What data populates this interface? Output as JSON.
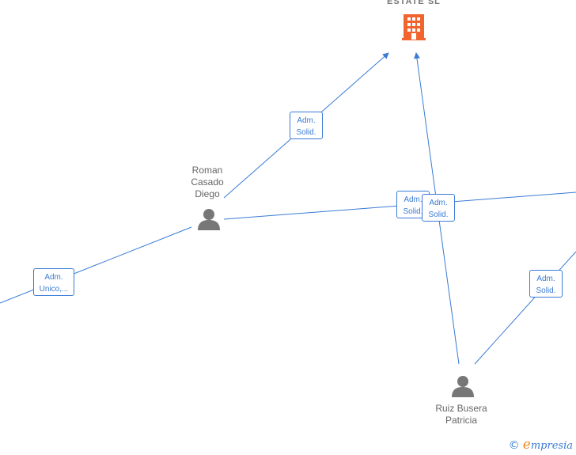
{
  "company": {
    "name": "ESTATE  SL",
    "icon": "building-icon",
    "color": "#f2642e"
  },
  "people": [
    {
      "name_lines": [
        "Roman",
        "Casado",
        "Diego"
      ],
      "icon": "person-icon"
    },
    {
      "name_lines": [
        "Ruiz Busera",
        "Patricia"
      ],
      "icon": "person-icon"
    }
  ],
  "edge_labels": [
    {
      "lines": [
        "Adm.",
        "Solid."
      ]
    },
    {
      "lines": [
        "Adm.",
        "Unico,..."
      ]
    },
    {
      "lines": [
        "Adm.",
        "Solid."
      ]
    },
    {
      "lines": [
        "Adm.",
        "Solid."
      ]
    },
    {
      "lines": [
        "Adm.",
        "Solid."
      ]
    }
  ],
  "colors": {
    "edge": "#3a7bd5",
    "person": "#777777"
  },
  "watermark": {
    "copyright": "©",
    "brand_initial": "e",
    "brand_rest": "mpresia"
  }
}
